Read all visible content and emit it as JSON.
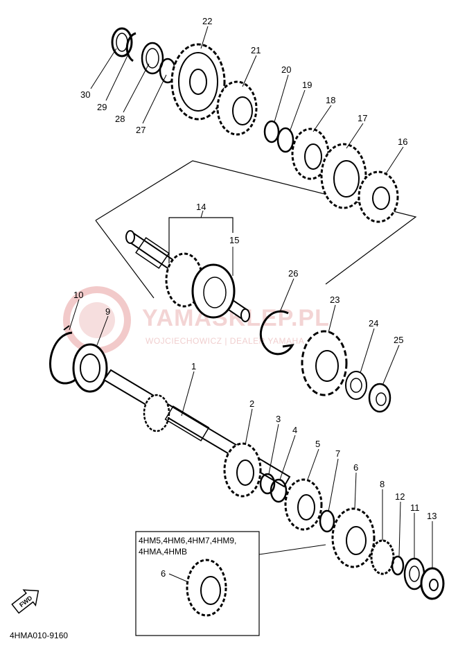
{
  "watermark": {
    "brand": "YAMASKLEP.PL",
    "dealer": "WOJCIECHOWICZ | DEALER YAMAHA"
  },
  "callouts": [
    "1",
    "2",
    "3",
    "4",
    "5",
    "6",
    "7",
    "8",
    "9",
    "10",
    "11",
    "12",
    "13",
    "14",
    "15",
    "16",
    "17",
    "18",
    "19",
    "20",
    "21",
    "22",
    "23",
    "24",
    "25",
    "26",
    "27",
    "28",
    "29",
    "30"
  ],
  "note": {
    "line1": "4HM5,4HM6,4HM7,4HM9,",
    "line2": "4HMA,4HMB",
    "part": "6"
  },
  "fwd_label": "FWD",
  "reference_code": "4HMA010-9160"
}
